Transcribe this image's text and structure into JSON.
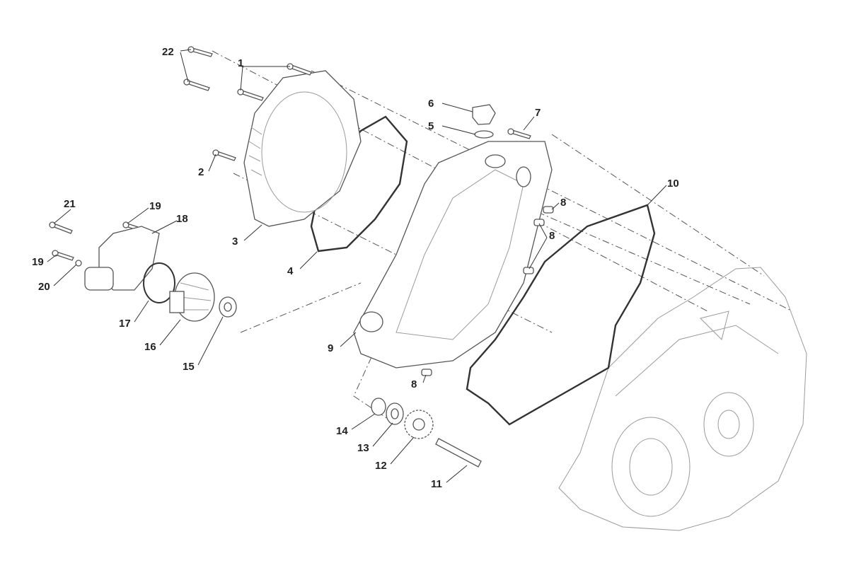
{
  "diagram": {
    "title": "Clutch cover / water pump exploded view",
    "callouts": [
      "22",
      "1",
      "6",
      "7",
      "5",
      "2",
      "10",
      "21",
      "19",
      "18",
      "8",
      "8",
      "3",
      "4",
      "19",
      "20",
      "17",
      "16",
      "15",
      "9",
      "8",
      "14",
      "13",
      "12",
      "11"
    ]
  }
}
